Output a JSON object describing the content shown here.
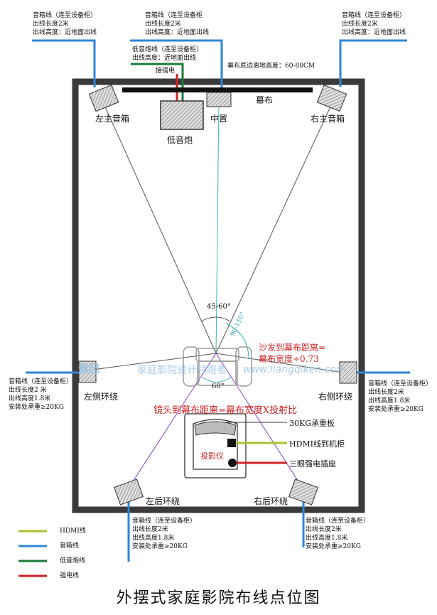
{
  "title": "外摆式家庭影院布线点位图",
  "colors": {
    "hdmi": "#a6c62c",
    "speaker": "#2f86d6",
    "sub": "#1a7a3a",
    "power": "#d42020",
    "room": "#3a3a3a",
    "center": "#39b6b6",
    "purple": "#8a3fc6"
  },
  "notes": {
    "left_main_top": "音箱线（连至设备柜）\n出线长度2米\n出线高度：近地面出线",
    "center_top": "音箱线（连至设备柜\n出线长度2米\n出线高度：近地面出线",
    "right_main_top": "音箱线（连至设备柜）\n出线长度2米\n出线高度：近地面出线",
    "sub_top": "低音炮线（连至设备柜）\n出线高度：近地面出线",
    "power": "接强电",
    "screen_height": "幕布底边离地高度：60-80CM",
    "left_surround": "音箱线（连至设备柜）\n出线长度2 米\n出线高度1.8米\n安装处承重≥20KG",
    "right_surround": "音箱线（连至设备柜）\n出线长度2米\n出线高度1.8米\n安装处承重≥20KG",
    "left_rear": "音箱线（连至设备柜）\n出线长度2米\n出线高度1.8米\n安装处承重≥20KG",
    "right_rear": "音箱线（连至设备柜）\n出线长度2米\n出线高度1.8米\n安装处承重≥20KG"
  },
  "labels": {
    "screen": "幕布",
    "left_main": "左主音箱",
    "center": "中置",
    "right_main": "右主音箱",
    "subwoofer": "低音炮",
    "left_surround": "左侧环绕",
    "right_surround": "右侧环绕",
    "left_rear": "左后环绕",
    "right_rear": "右后环绕",
    "angle_main": "45-60°",
    "angle_surround": "90-110°",
    "angle_rear": "60°",
    "sofa_formula_1": "沙发到幕布距离=",
    "sofa_formula_2": "幕布宽度÷0.73",
    "lens_formula": "镜头到幕布距离=幕布宽度X投射比",
    "board": "30KG承重板",
    "hdmi_cable": "HDMI线到机柜",
    "outlet": "三眼强电插座",
    "projector": "投影仪"
  },
  "legend": [
    {
      "label": "HDMI线",
      "color": "#a6c62c"
    },
    {
      "label": "音箱线",
      "color": "#2f86d6"
    },
    {
      "label": "低音炮线",
      "color": "#1a7a3a"
    },
    {
      "label": "强电线",
      "color": "#d42020"
    }
  ],
  "watermark": {
    "brand": "量起",
    "tagline": "家庭影院设计领跑者",
    "url": "www.liangqiken.com"
  }
}
